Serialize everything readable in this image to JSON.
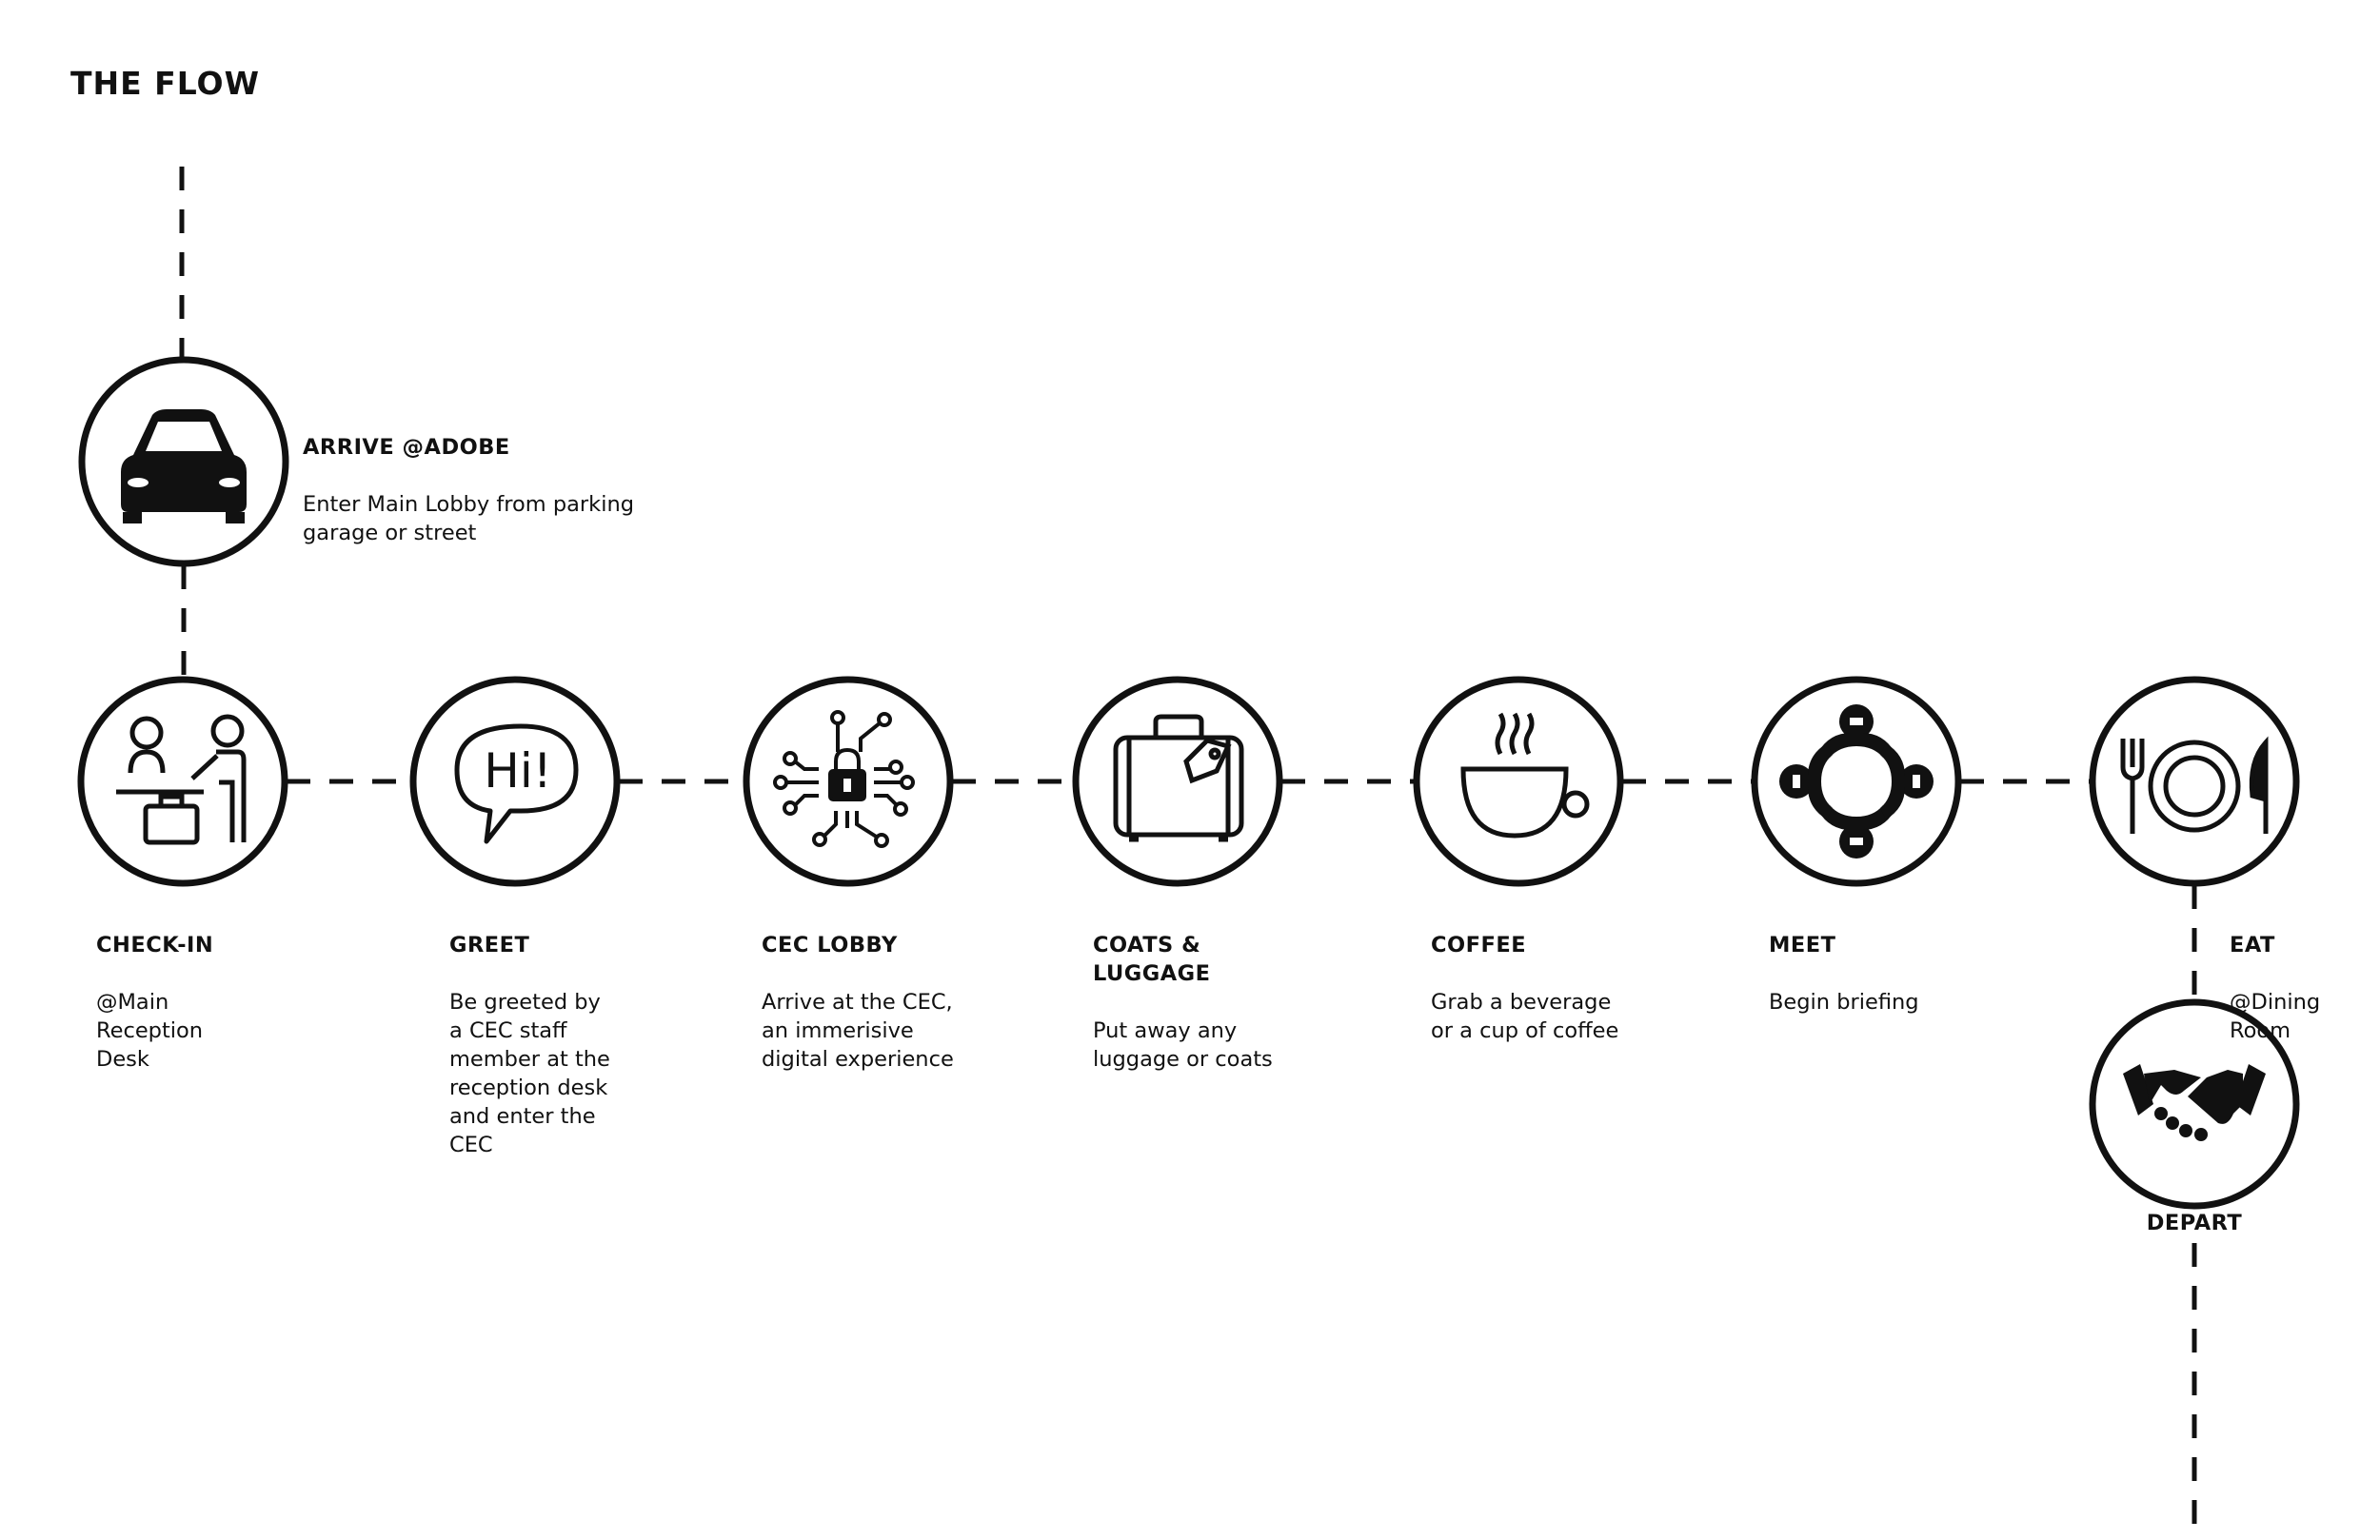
{
  "title": "THE FLOW",
  "steps": {
    "arrive": {
      "icon": "car-icon",
      "title": "ARRIVE @ADOBE",
      "desc": "Enter Main Lobby from parking\ngarage or street"
    },
    "checkin": {
      "icon": "reception-desk-icon",
      "title": "CHECK-IN",
      "desc": "@Main\nReception\nDesk"
    },
    "greet": {
      "icon": "speech-bubble-hi-icon",
      "title": "GREET",
      "desc": "Be greeted by\na CEC staff\nmember at the\nreception desk\nand enter the\nCEC"
    },
    "lobby": {
      "icon": "circuit-lock-icon",
      "title": "CEC LOBBY",
      "desc": "Arrive at the CEC,\nan immerisive\ndigital experience"
    },
    "coats": {
      "icon": "suitcase-icon",
      "title": "COATS &\nLUGGAGE",
      "desc": "Put away any\nluggage or coats"
    },
    "coffee": {
      "icon": "coffee-cup-icon",
      "title": "COFFEE",
      "desc": "Grab a beverage\nor a cup of coffee"
    },
    "meet": {
      "icon": "meeting-table-icon",
      "title": "MEET",
      "desc": "Begin briefing"
    },
    "eat": {
      "icon": "plate-fork-knife-icon",
      "title": "EAT",
      "desc": "@Dining Room"
    },
    "depart": {
      "icon": "handshake-icon",
      "title": "DEPART"
    }
  },
  "bubble_text": "Hi!"
}
